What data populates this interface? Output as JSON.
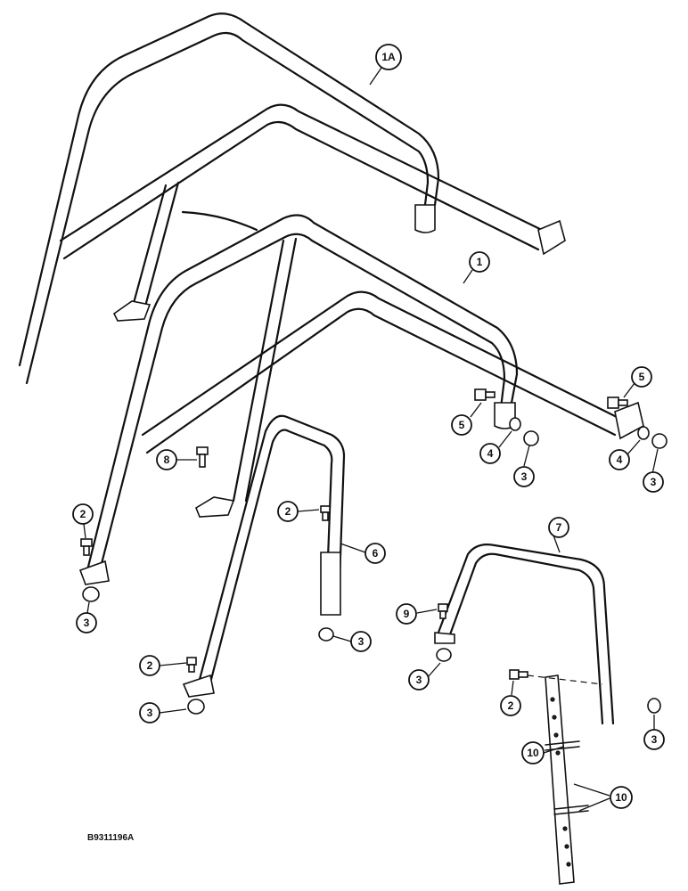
{
  "figure_ref": "B9311196A",
  "callouts": {
    "c1a": "1A",
    "c1": "1",
    "c2a": "2",
    "c2b": "2",
    "c2c": "2",
    "c2d": "2",
    "c3a": "3",
    "c3b": "3",
    "c3c": "3",
    "c3d": "3",
    "c3e": "3",
    "c3f": "3",
    "c3g": "3",
    "c4a": "4",
    "c4b": "4",
    "c5a": "5",
    "c5b": "5",
    "c6": "6",
    "c7": "7",
    "c8": "8",
    "c9": "9",
    "c10a": "10",
    "c10b": "10"
  }
}
